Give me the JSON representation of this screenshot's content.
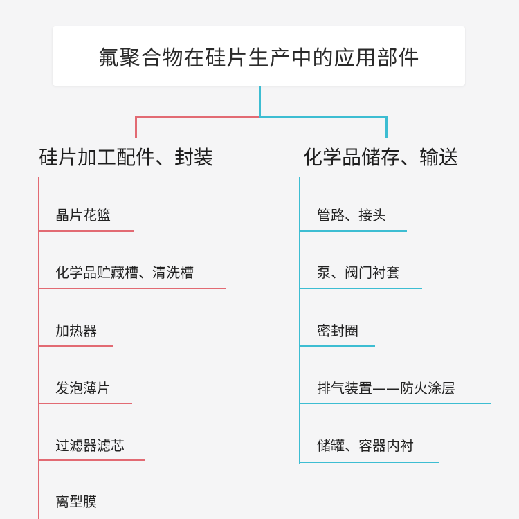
{
  "title": "氟聚合物在硅片生产中的应用部件",
  "left_branch": {
    "title": "硅片加工配件、封装",
    "color": "#e26a73",
    "items": [
      "晶片花篮",
      "化学品贮藏槽、清洗槽",
      "加热器",
      "发泡薄片",
      "过滤器滤芯",
      "离型膜"
    ]
  },
  "right_branch": {
    "title": "化学品储存、输送",
    "color": "#3dbdd2",
    "items": [
      "管路、接头",
      "泵、阀门衬套",
      "密封圈",
      "排气装置——防火涂层",
      "储罐、容器内衬"
    ]
  }
}
